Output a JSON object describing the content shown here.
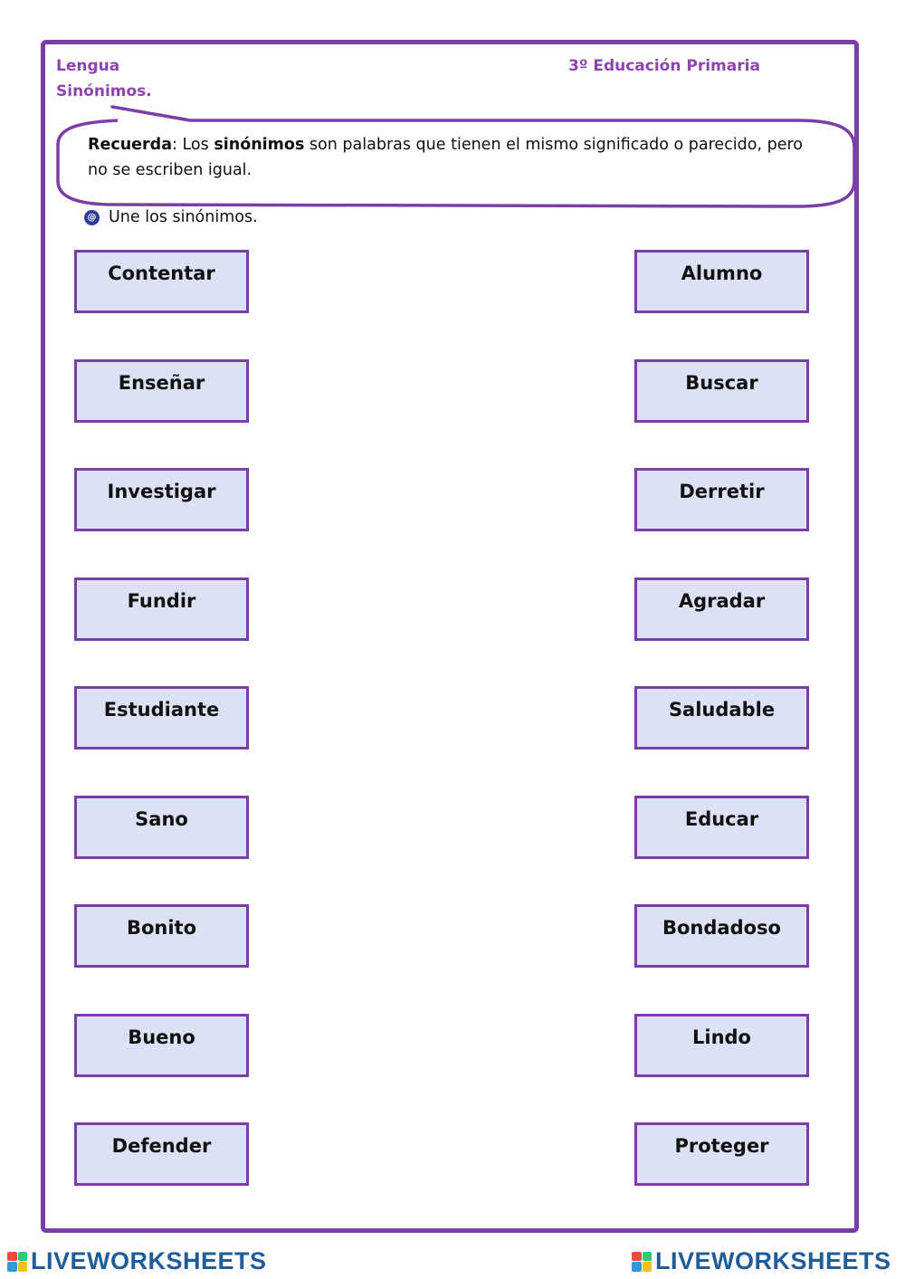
{
  "header": {
    "subject": "Lengua",
    "topic": "Sinónimos.",
    "grade": "3º Educación Primaria"
  },
  "note": {
    "label": "Recuerda",
    "text_1": ": Los ",
    "keyword": "sinónimos",
    "text_2": " son palabras que tienen el mismo significado o parecido, pero no se escriben igual."
  },
  "instruction": {
    "icon": "bullet-icon",
    "text": "Une los sinónimos."
  },
  "left_words": [
    "Contentar",
    "Enseñar",
    "Investigar",
    "Fundir",
    "Estudiante",
    "Sano",
    "Bonito",
    "Bueno",
    "Defender"
  ],
  "right_words": [
    "Alumno",
    "Buscar",
    "Derretir",
    "Agradar",
    "Saludable",
    "Educar",
    "Bondadoso",
    "Lindo",
    "Proteger"
  ],
  "footer": {
    "brand": "LIVEWORKSHEETS"
  },
  "colors": {
    "accent": "#7a3ea8",
    "box_fill": "#dde1f5",
    "brand_blue": "#1f5c99"
  }
}
